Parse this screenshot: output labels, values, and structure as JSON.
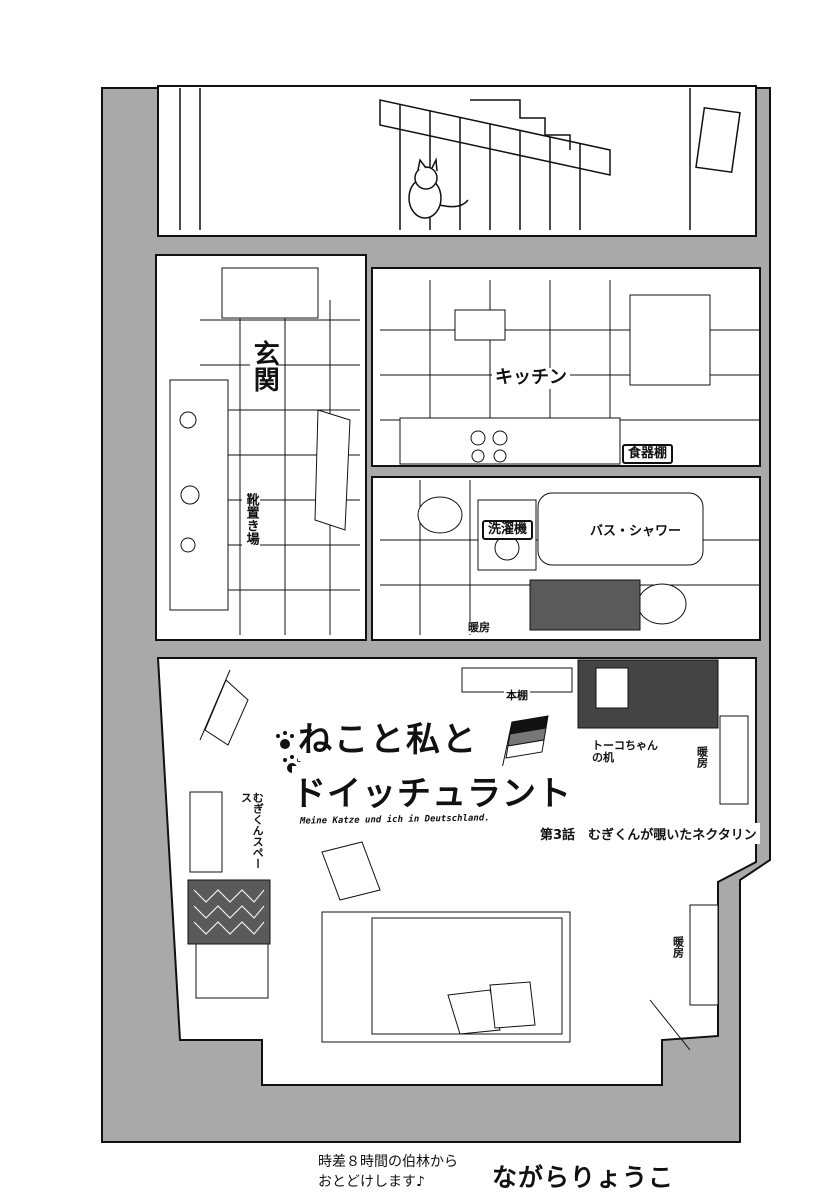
{
  "colors": {
    "ink": "#111111",
    "wall": "#a9a9a9",
    "paper": "#ffffff",
    "rug": "#5a5a5a"
  },
  "labels": {
    "entrance": "玄関",
    "shoe_area": "靴置き場",
    "kitchen": "キッチン",
    "cupboard": "食器棚",
    "washing_machine": "洗濯機",
    "bath_shower": "バス・シャワー",
    "heater_bath": "暖房",
    "bookshelf": "本棚",
    "desk": "トーコちゃんの机",
    "heater_living_top": "暖房",
    "heater_living_bottom": "暖房",
    "mugi_space": "むぎくんスペース"
  },
  "title": {
    "line1": "ねこと私と",
    "line2": "ドイッチュラント",
    "subtitle": "Meine Katze und ich in Deutschland.",
    "episode": "第3話　むぎくんが覗いたネクタリン"
  },
  "footer": {
    "tagline_line1": "時差８時間の伯林から",
    "tagline_line2": "おとどけします♪",
    "author": "ながらりょうこ"
  },
  "icons": {
    "paw": "paw-print-icon",
    "flag": "german-flag-icon",
    "cat": "cat-icon"
  }
}
